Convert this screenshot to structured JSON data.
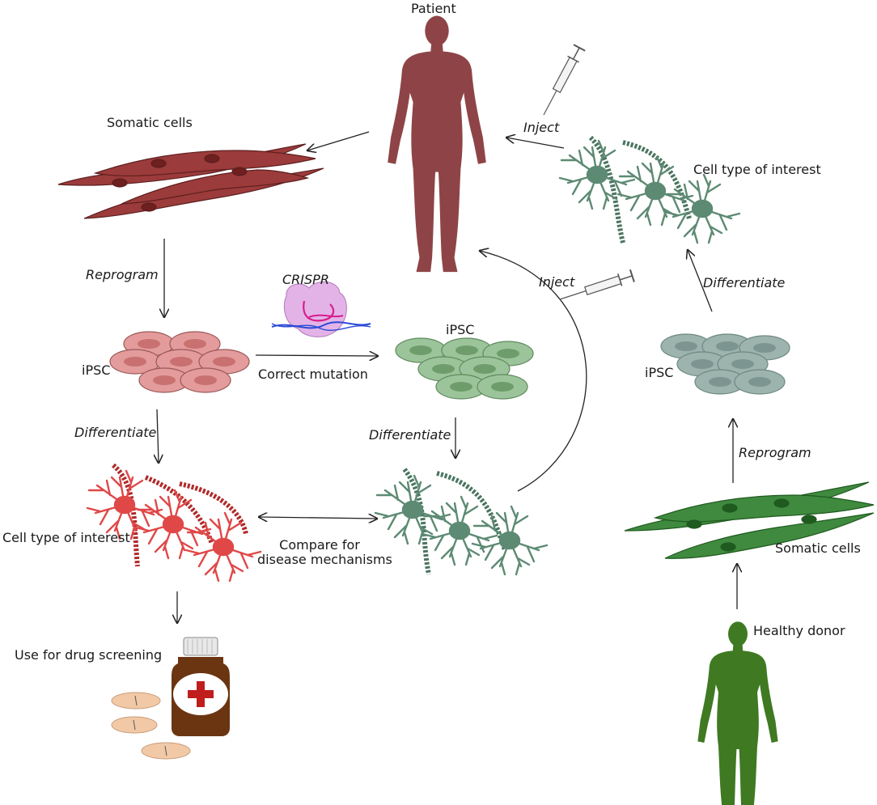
{
  "labels": {
    "patient": "Patient",
    "somatic_cells_patient": "Somatic cells",
    "reprogram_patient": "Reprogram",
    "ipsc_patient": "iPSC",
    "crispr": "CRISPR",
    "correct_mutation": "Correct mutation",
    "ipsc_corrected": "iPSC",
    "differentiate_patient": "Differentiate",
    "differentiate_corrected": "Differentiate",
    "cell_type_patient": "Cell type of interest",
    "compare_line1": "Compare for",
    "compare_line2": "disease mechanisms",
    "drug_screening": "Use for drug screening",
    "inject_top": "Inject",
    "inject_mid": "Inject",
    "cell_type_donor": "Cell type of interest",
    "differentiate_donor": "Differentiate",
    "ipsc_donor": "iPSC",
    "reprogram_donor": "Reprogram",
    "somatic_cells_donor": "Somatic cells",
    "healthy_donor": "Healthy donor"
  },
  "colors": {
    "patient": "#8e4446",
    "somatic_patient": "#9c3b3b",
    "ipsc_patient": "#e39b9b",
    "neuron_patient": "#e04848",
    "ipsc_corrected": "#9cc49a",
    "neuron_green": "#5d8a73",
    "ipsc_donor": "#9db3ad",
    "somatic_donor": "#3f8a3f",
    "donor": "#3f7a22",
    "crispr_blob": "#e3b3e8",
    "pill": "#f2c9a6",
    "bottle": "#6b3512",
    "cross": "#c01d1d"
  },
  "icons": [
    "patient-figure-icon",
    "healthy-donor-figure-icon",
    "syringe-icon",
    "crispr-cas9-icon",
    "neuron-icon",
    "drug-bottle-icon",
    "pill-icon"
  ]
}
